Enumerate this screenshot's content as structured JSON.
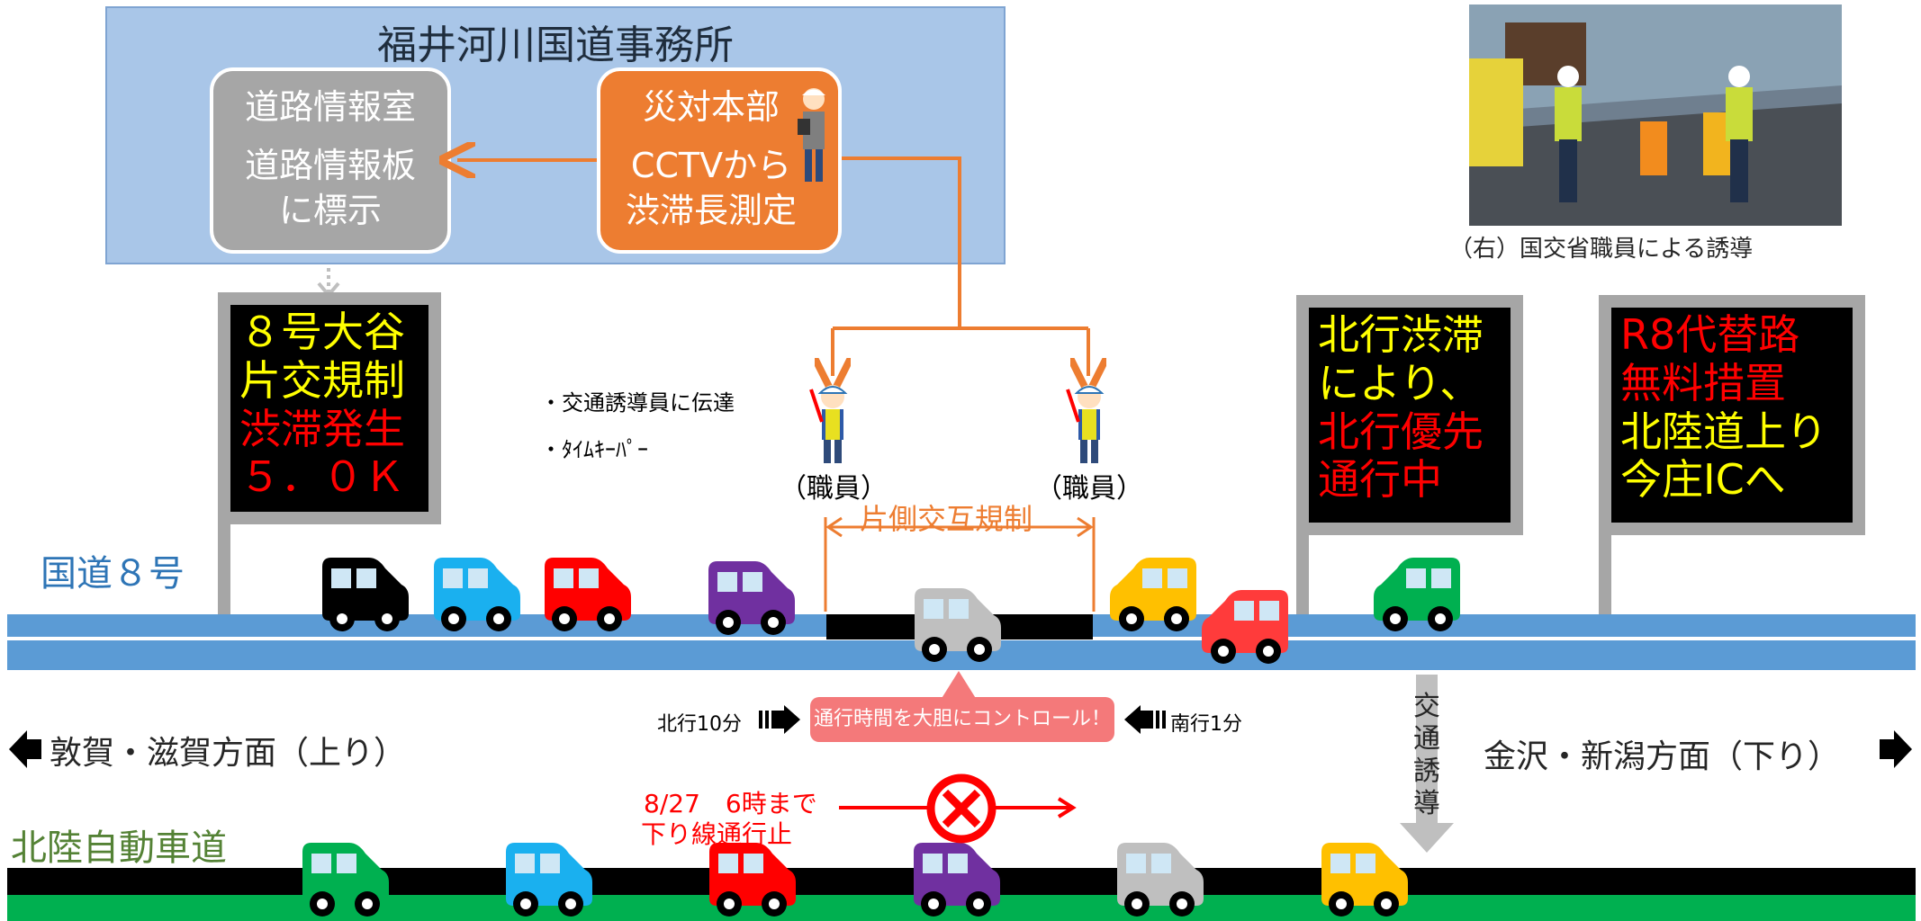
{
  "office": {
    "title": "福井河川国道事務所",
    "info_room_lines": [
      "道路情報室",
      "道路情報板",
      "に標示"
    ],
    "hq_lines": [
      "災対本部",
      "CCTVから",
      "渋滞長測定"
    ]
  },
  "notes": {
    "relay": "・交通誘導員に伝達",
    "timekeeper": "・ﾀｲﾑｷｰﾊﾟｰ"
  },
  "staff_label": "（職員）",
  "one_side_label": "片側交互規制",
  "photo_caption": "（右）国交省職員による誘導",
  "signs": {
    "sign1": [
      {
        "text": "８号大谷",
        "color": "yellow"
      },
      {
        "text": "片交規制",
        "color": "yellow"
      },
      {
        "text": "渋滞発生",
        "color": "red"
      },
      {
        "text": "５．０Ｋ",
        "color": "red"
      }
    ],
    "sign2": [
      {
        "text": "北行渋滞",
        "color": "yellow"
      },
      {
        "text": "により、",
        "color": "yellow"
      },
      {
        "text": "北行優先",
        "color": "red"
      },
      {
        "text": "通行中",
        "color": "red"
      }
    ],
    "sign3": [
      {
        "text": "R8代替路",
        "color": "red"
      },
      {
        "text": "無料措置",
        "color": "red"
      },
      {
        "text": "北陸道上り",
        "color": "yellow"
      },
      {
        "text": "今庄ICへ",
        "color": "yellow"
      }
    ]
  },
  "route8_label": "国道８号",
  "expressway_label": "北陸自動車道",
  "north_time": "北行10分",
  "south_time": "南行1分",
  "control_badge": "通行時間を大胆にコントロール！",
  "dir_left": "敦賀・滋賀方面（上り）",
  "dir_right": "金沢・新潟方面（下り）",
  "guidance_label": "交通誘導",
  "closure_lines": [
    "8/27　6時まで",
    "下り線通行止"
  ],
  "colors": {
    "orange": "#ed7d31",
    "sign_yellow": "#ffff00",
    "sign_red": "#ff0000",
    "route_blue": "#5b9bd5",
    "expressway_green": "#00b050",
    "closure_red": "#ff0000",
    "badge_pink": "#f4797a"
  },
  "icons": [
    "staff-worker-icon",
    "phone-worker-icon",
    "no-entry-icon",
    "arrow-left-icon",
    "arrow-right-icon",
    "car-icon"
  ]
}
